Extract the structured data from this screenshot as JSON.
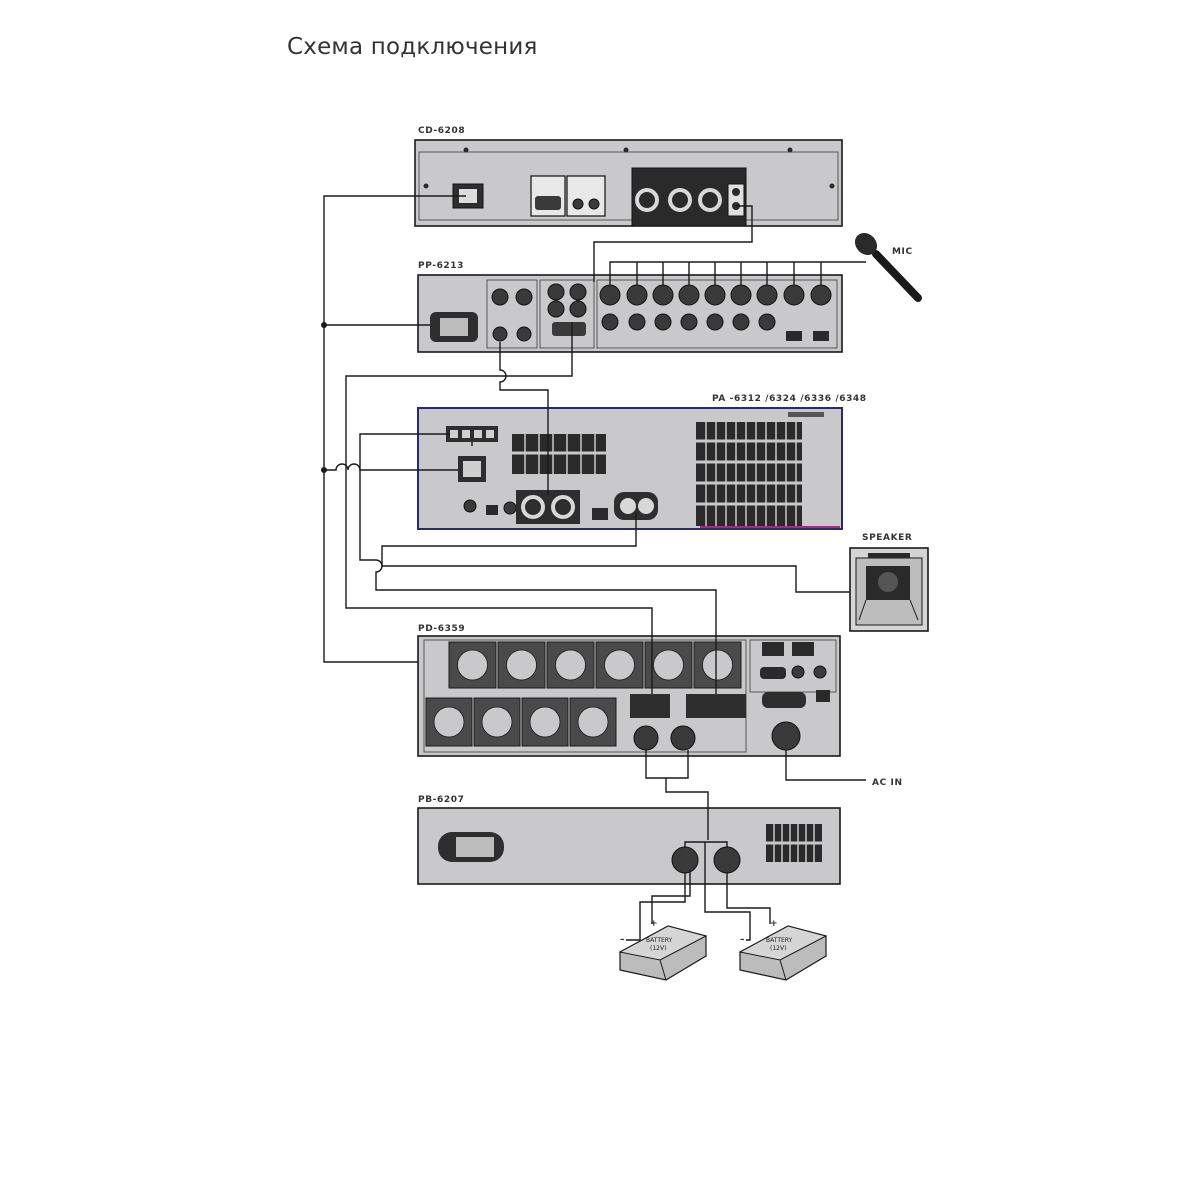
{
  "title": "Схема подключения",
  "devices": {
    "cd": {
      "label": "CD-6208"
    },
    "pp": {
      "label": "PP-6213"
    },
    "pa": {
      "label": "PA -6312 /6324 /6336 /6348"
    },
    "pd": {
      "label": "PD-6359"
    },
    "pb": {
      "label": "PB-6207"
    }
  },
  "peripherals": {
    "mic": {
      "label": "MIC"
    },
    "speaker": {
      "label": "SPEAKER"
    },
    "ac_in": {
      "label": "AC IN"
    },
    "battery": {
      "label": "BATTERY",
      "voltage": "(12V)"
    },
    "plus_sign": "+",
    "minus_sign": "–"
  },
  "colors": {
    "panel": "#c9c9cb",
    "pa_border": "#2a2a6e",
    "pa_accent": "#b0287a",
    "wire": "#1a1a1a"
  }
}
